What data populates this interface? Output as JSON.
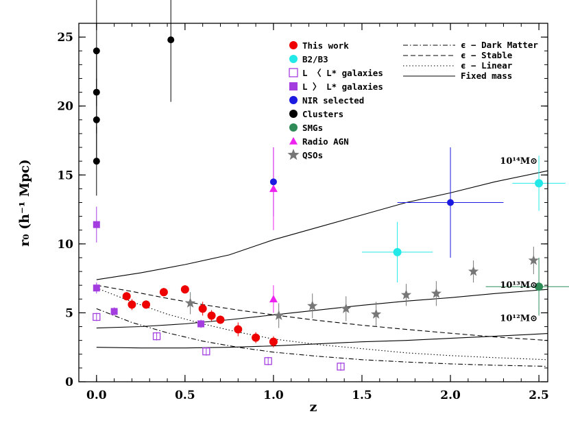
{
  "chart_data": {
    "type": "scatter",
    "title": "",
    "xlabel": "z",
    "ylabel": "r₀ (h⁻¹ Mpc)",
    "xlim": [
      -0.1,
      2.55
    ],
    "ylim": [
      0,
      26
    ],
    "xticks": [
      0.0,
      0.5,
      1.0,
      1.5,
      2.0,
      2.5
    ],
    "xtick_labels": [
      "0.0",
      "0.5",
      "1.0",
      "1.5",
      "2.0",
      "2.5"
    ],
    "yticks": [
      0,
      5,
      10,
      15,
      20,
      25
    ],
    "ytick_labels": [
      "0",
      "5",
      "10",
      "15",
      "20",
      "25"
    ],
    "grid": false,
    "legend_placement": "top-right",
    "series": [
      {
        "name": "This work",
        "marker": "circle",
        "color": "#ee0000",
        "size": 6,
        "points": [
          {
            "x": 0.17,
            "y": 6.2,
            "yerr": 0.3
          },
          {
            "x": 0.2,
            "y": 5.6,
            "yerr": 0.4
          },
          {
            "x": 0.28,
            "y": 5.6,
            "yerr": 0.3
          },
          {
            "x": 0.38,
            "y": 6.5,
            "yerr": 0.3
          },
          {
            "x": 0.5,
            "y": 6.7,
            "yerr": 0.3
          },
          {
            "x": 0.6,
            "y": 5.3,
            "yerr": 0.5
          },
          {
            "x": 0.65,
            "y": 4.8,
            "yerr": 0.4
          },
          {
            "x": 0.7,
            "y": 4.5,
            "yerr": 0.3
          },
          {
            "x": 0.8,
            "y": 3.8,
            "yerr": 0.5
          },
          {
            "x": 0.9,
            "y": 3.2,
            "yerr": 0.4
          },
          {
            "x": 1.0,
            "y": 2.9,
            "yerr": 0.4
          }
        ]
      },
      {
        "name": "B2/B3",
        "marker": "circle",
        "color": "#22e8e8",
        "size": 6,
        "points": [
          {
            "x": 1.7,
            "y": 9.4,
            "xerr": 0.2,
            "yerr": 2.2
          },
          {
            "x": 2.5,
            "y": 14.4,
            "xerr": 0.15,
            "yerr": 2.0
          }
        ]
      },
      {
        "name": "L < L* galaxies",
        "marker": "open-square",
        "color": "#a33de0",
        "size": 5,
        "points": [
          {
            "x": 0.0,
            "y": 4.7,
            "yerr": 0.3
          },
          {
            "x": 0.34,
            "y": 3.3,
            "yerr": 0.3
          },
          {
            "x": 0.62,
            "y": 2.2,
            "yerr": 0.3
          },
          {
            "x": 0.97,
            "y": 1.5,
            "yerr": 0.3
          },
          {
            "x": 1.38,
            "y": 1.1,
            "yerr": 0.3
          }
        ]
      },
      {
        "name": "L > L* galaxies",
        "marker": "square",
        "color": "#a33de0",
        "size": 5,
        "points": [
          {
            "x": 0.0,
            "y": 11.4,
            "yerr": 1.3
          },
          {
            "x": 0.0,
            "y": 6.8,
            "yerr": 0.4
          },
          {
            "x": 0.1,
            "y": 5.1,
            "yerr": 0.3
          },
          {
            "x": 0.59,
            "y": 4.2,
            "yerr": 0.3
          }
        ]
      },
      {
        "name": "NIR selected",
        "marker": "circle",
        "color": "#1a1ae0",
        "size": 5,
        "points": [
          {
            "x": 1.0,
            "y": 14.5,
            "yerr": 2.5
          },
          {
            "x": 2.0,
            "y": 13.0,
            "xerr": 0.3,
            "yerr": 4.0
          }
        ]
      },
      {
        "name": "Clusters",
        "marker": "circle",
        "color": "#000000",
        "size": 5,
        "points": [
          {
            "x": 0.0,
            "y": 24.0,
            "yerr": 4.0
          },
          {
            "x": 0.0,
            "y": 21.0,
            "yerr": 3.0
          },
          {
            "x": 0.0,
            "y": 19.0,
            "yerr": 3.0
          },
          {
            "x": 0.0,
            "y": 16.0,
            "yerr": 2.5
          },
          {
            "x": 0.42,
            "y": 24.8,
            "yerr": 4.5
          }
        ]
      },
      {
        "name": "SMGs",
        "marker": "circle",
        "color": "#2e8b57",
        "size": 6,
        "points": [
          {
            "x": 2.5,
            "y": 6.9,
            "xerr": 0.3,
            "yerr": 2.1
          }
        ]
      },
      {
        "name": "Radio AGN",
        "marker": "triangle",
        "color": "#ee22ee",
        "size": 6,
        "points": [
          {
            "x": 1.0,
            "y": 14.0,
            "yerr": 3.0
          },
          {
            "x": 1.0,
            "y": 6.0,
            "yerr": 1.0
          }
        ]
      },
      {
        "name": "QSOs",
        "marker": "star",
        "color": "#777777",
        "size": 8,
        "points": [
          {
            "x": 0.53,
            "y": 5.7,
            "yerr": 0.8
          },
          {
            "x": 1.03,
            "y": 4.8,
            "yerr": 0.9
          },
          {
            "x": 1.22,
            "y": 5.5,
            "yerr": 0.9
          },
          {
            "x": 1.41,
            "y": 5.3,
            "yerr": 0.9
          },
          {
            "x": 1.58,
            "y": 4.9,
            "yerr": 0.9
          },
          {
            "x": 1.75,
            "y": 6.3,
            "yerr": 0.8
          },
          {
            "x": 1.92,
            "y": 6.4,
            "yerr": 0.9
          },
          {
            "x": 2.13,
            "y": 8.0,
            "yerr": 0.8
          },
          {
            "x": 2.47,
            "y": 8.8,
            "yerr": 1.0
          }
        ]
      }
    ],
    "curves": [
      {
        "name": "ε − Dark Matter",
        "style": "dashdot",
        "points": [
          [
            0,
            5.3
          ],
          [
            0.2,
            4.3
          ],
          [
            0.4,
            3.55
          ],
          [
            0.6,
            2.95
          ],
          [
            0.8,
            2.5
          ],
          [
            1.0,
            2.15
          ],
          [
            1.25,
            1.85
          ],
          [
            1.5,
            1.6
          ],
          [
            1.75,
            1.43
          ],
          [
            2.0,
            1.3
          ],
          [
            2.25,
            1.2
          ],
          [
            2.55,
            1.12
          ]
        ]
      },
      {
        "name": "ε − Stable",
        "style": "dashed",
        "points": [
          [
            0,
            7.0
          ],
          [
            0.2,
            6.55
          ],
          [
            0.4,
            6.05
          ],
          [
            0.6,
            5.6
          ],
          [
            0.8,
            5.2
          ],
          [
            1.0,
            4.85
          ],
          [
            1.25,
            4.45
          ],
          [
            1.5,
            4.1
          ],
          [
            1.75,
            3.8
          ],
          [
            2.0,
            3.52
          ],
          [
            2.25,
            3.25
          ],
          [
            2.55,
            3.0
          ]
        ]
      },
      {
        "name": "ε − Linear",
        "style": "dotted",
        "points": [
          [
            0,
            6.8
          ],
          [
            0.2,
            5.8
          ],
          [
            0.4,
            4.9
          ],
          [
            0.6,
            4.2
          ],
          [
            0.8,
            3.6
          ],
          [
            1.0,
            3.1
          ],
          [
            1.25,
            2.7
          ],
          [
            1.5,
            2.4
          ],
          [
            1.75,
            2.1
          ],
          [
            2.0,
            1.9
          ],
          [
            2.25,
            1.75
          ],
          [
            2.55,
            1.6
          ]
        ]
      },
      {
        "name": "Fixed mass",
        "style": "solid",
        "label": "10¹⁴M⊙",
        "points": [
          [
            0,
            7.4
          ],
          [
            0.25,
            7.9
          ],
          [
            0.5,
            8.5
          ],
          [
            0.75,
            9.2
          ],
          [
            1.0,
            10.3
          ],
          [
            1.25,
            11.2
          ],
          [
            1.5,
            12.1
          ],
          [
            1.75,
            13.0
          ],
          [
            2.0,
            13.7
          ],
          [
            2.25,
            14.5
          ],
          [
            2.55,
            15.3
          ]
        ]
      },
      {
        "name": "Fixed mass",
        "style": "solid",
        "label": "10¹³M⊙",
        "points": [
          [
            0,
            3.9
          ],
          [
            0.25,
            4.0
          ],
          [
            0.5,
            4.2
          ],
          [
            0.75,
            4.5
          ],
          [
            1.0,
            4.85
          ],
          [
            1.25,
            5.2
          ],
          [
            1.5,
            5.55
          ],
          [
            1.75,
            5.85
          ],
          [
            2.0,
            6.1
          ],
          [
            2.25,
            6.4
          ],
          [
            2.55,
            6.7
          ]
        ]
      },
      {
        "name": "Fixed mass",
        "style": "solid",
        "label": "10¹²M⊙",
        "points": [
          [
            0,
            2.5
          ],
          [
            0.25,
            2.45
          ],
          [
            0.5,
            2.45
          ],
          [
            0.75,
            2.5
          ],
          [
            1.0,
            2.6
          ],
          [
            1.25,
            2.75
          ],
          [
            1.5,
            2.9
          ],
          [
            1.75,
            3.0
          ],
          [
            2.0,
            3.15
          ],
          [
            2.25,
            3.3
          ],
          [
            2.55,
            3.5
          ]
        ]
      }
    ],
    "mass_labels": [
      "10¹⁴M⊙",
      "10¹³M⊙",
      "10¹²M⊙"
    ],
    "legend_points": [
      "This work",
      "B2/B3",
      "L 〈 L* galaxies",
      "L 〉 L* galaxies",
      "NIR selected",
      "Clusters",
      "SMGs",
      "Radio AGN",
      "QSOs"
    ],
    "legend_lines": [
      "ϵ − Dark Matter",
      "ϵ − Stable",
      "ϵ − Linear",
      "Fixed mass"
    ]
  }
}
